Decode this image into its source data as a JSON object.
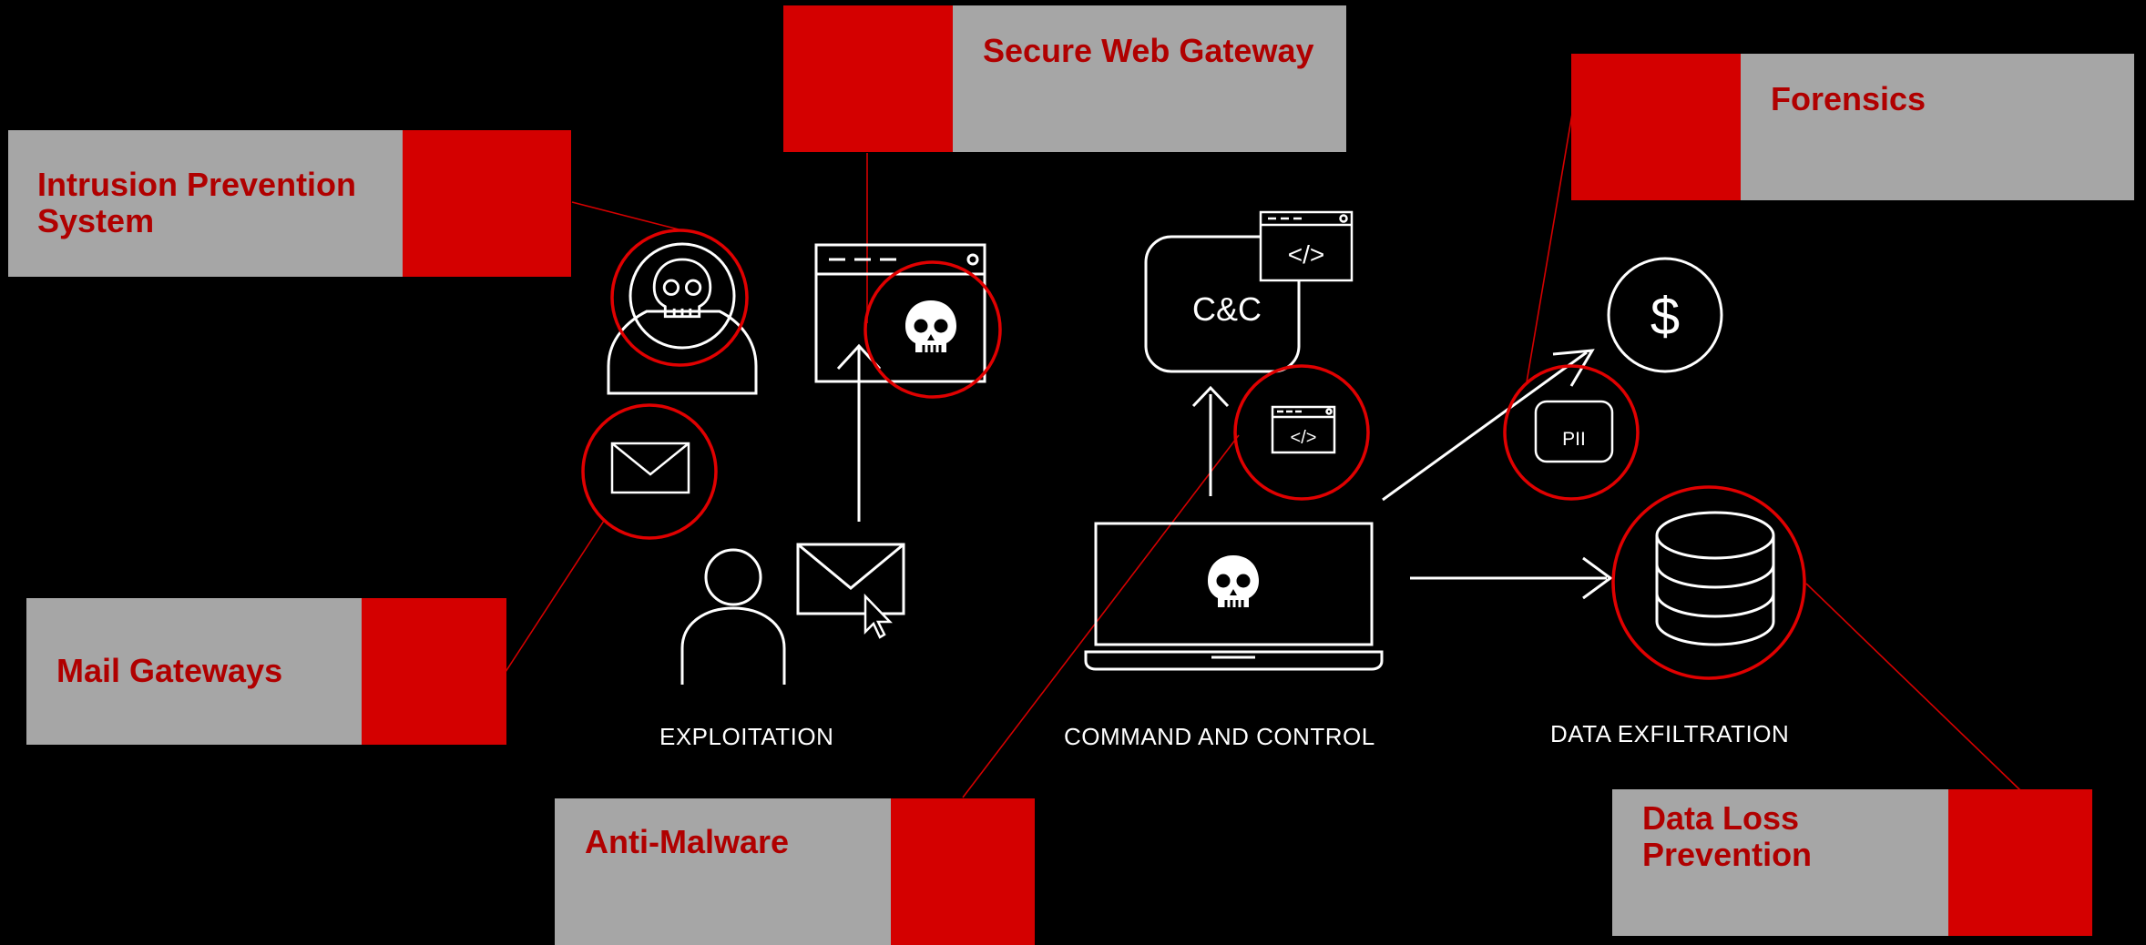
{
  "callouts": {
    "ips": "Intrusion Prevention\nSystem",
    "swg": "Secure Web Gateway",
    "forensics": "Forensics",
    "mail": "Mail Gateways",
    "antimalware": "Anti-Malware",
    "dlp": "Data Loss\nPrevention"
  },
  "stages": {
    "exploitation": "EXPLOITATION",
    "command_control": "COMMAND AND CONTROL",
    "exfiltration": "DATA EXFILTRATION"
  },
  "icons": {
    "cc_text": "C&C",
    "code_text": "</>",
    "dollar_text": "$",
    "pii_text": "PII"
  },
  "colors": {
    "background": "#000000",
    "accent_red": "#d40000",
    "label_red": "#b00000",
    "panel_grey": "#a6a6a6",
    "icon_white": "#ffffff"
  }
}
